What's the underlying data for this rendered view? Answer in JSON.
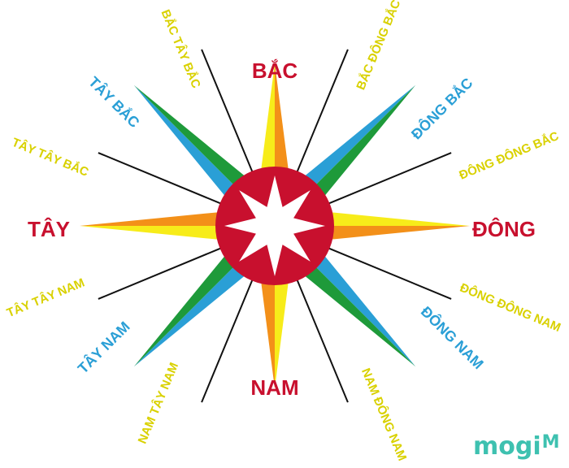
{
  "colors": {
    "primary_label": "#c8102e",
    "secondary_label": "#2a9fd6",
    "tertiary_label": "#d9d100",
    "center_circle": "#c8102e",
    "arm_yellow": "#f7ec1a",
    "arm_orange": "#f39019",
    "arm_green": "#1e9a3a",
    "arm_blue": "#2a9fd6",
    "line": "#111111",
    "logo": "#3ec1b0"
  },
  "directions": {
    "north": "BẮC",
    "east": "ĐÔNG",
    "south": "NAM",
    "west": "TÂY",
    "northeast": "ĐÔNG BẮC",
    "southeast": "ĐÔNG NAM",
    "southwest": "TÂY NAM",
    "northwest": "TÂY BẮC",
    "nne": "BẮC ĐÔNG BẮC",
    "ene": "ĐÔNG ĐÔNG BẮC",
    "ese": "ĐÔNG ĐÔNG NAM",
    "sse": "NAM ĐÔNG NAM",
    "ssw": "NAM TÂY NAM",
    "wsw": "TÂY TÂY NAM",
    "wnw": "TÂY TÂY BẮC",
    "nnw": "BẮC TÂY BẮC"
  },
  "logo": {
    "text": "mogi",
    "mark": "M"
  }
}
